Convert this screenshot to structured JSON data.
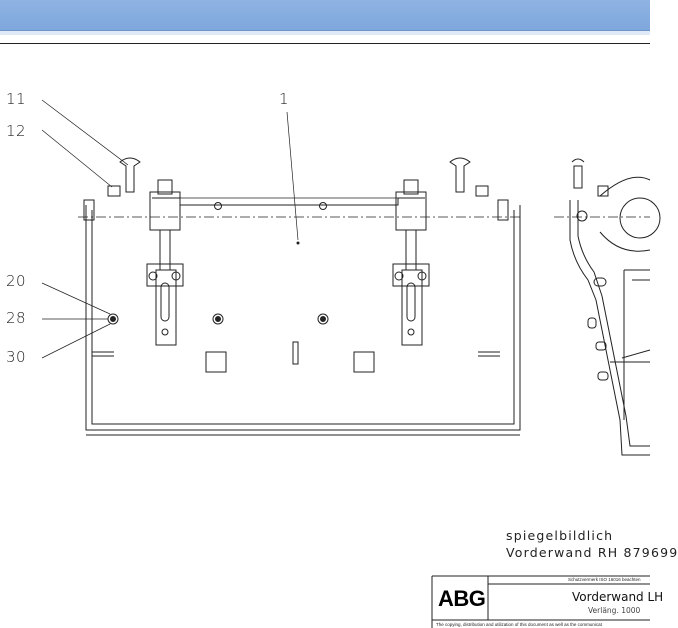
{
  "callouts": {
    "c1": "1",
    "c11": "11",
    "c12": "12",
    "c20": "20",
    "c28": "28",
    "c30": "30"
  },
  "notes": {
    "mirror": "spiegelbildlich",
    "rh_part": "Vorderwand RH 879699"
  },
  "title_block": {
    "logo": "ABG",
    "protection_note": "Schutzvermerk ISO 16016 beachten",
    "title": "Vorderwand LH",
    "subtitle": "Verläng. 1000",
    "footer": "The copying, distribution and utilization of this document as well as the communicat"
  },
  "colors": {
    "header_bar": "#8fb3e3",
    "line": "#222222"
  }
}
